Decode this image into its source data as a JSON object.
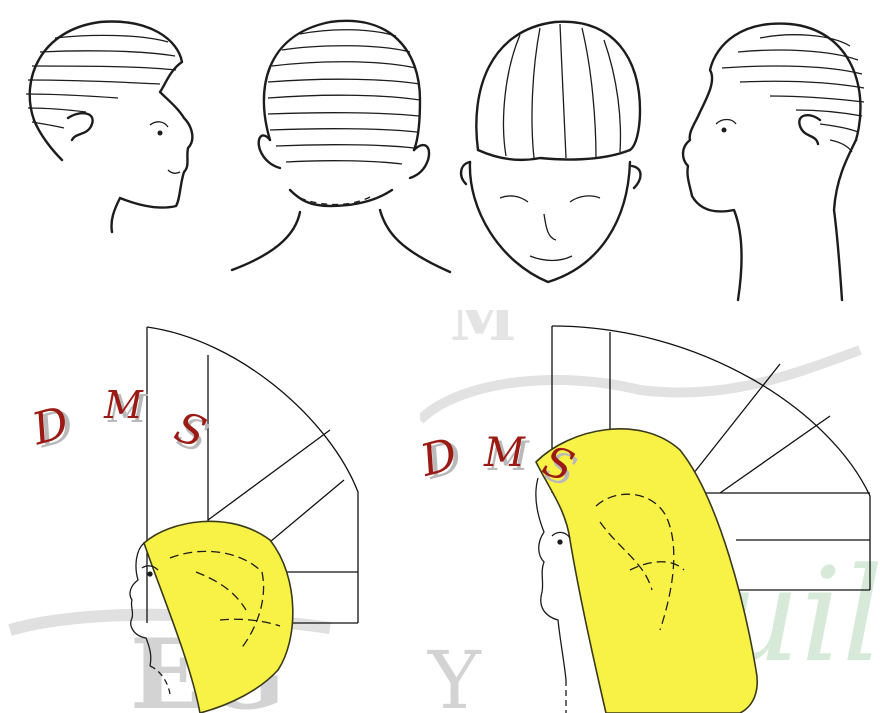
{
  "colors": {
    "hood": "#f8f247",
    "hood_outline": "#3a3a1a",
    "logo_red": "#9b1a14",
    "logo_shadow": "#b9b9b9",
    "watermark_gray": "#d3d3d3",
    "watermark_green": "#d7ead9",
    "ink": "#1c1c1c"
  },
  "figures": {
    "top": [
      "head-side-left-sections",
      "head-back-sections",
      "head-top-front-sections",
      "head-side-right-sections"
    ],
    "bottom": [
      "pattern-short-hood",
      "pattern-long-hood"
    ]
  },
  "logo": {
    "letters": [
      "D",
      "M",
      "S"
    ]
  },
  "watermark": {
    "bottom_left": "EG",
    "bottom_right": "Y",
    "script": "Quil",
    "top": "M"
  }
}
